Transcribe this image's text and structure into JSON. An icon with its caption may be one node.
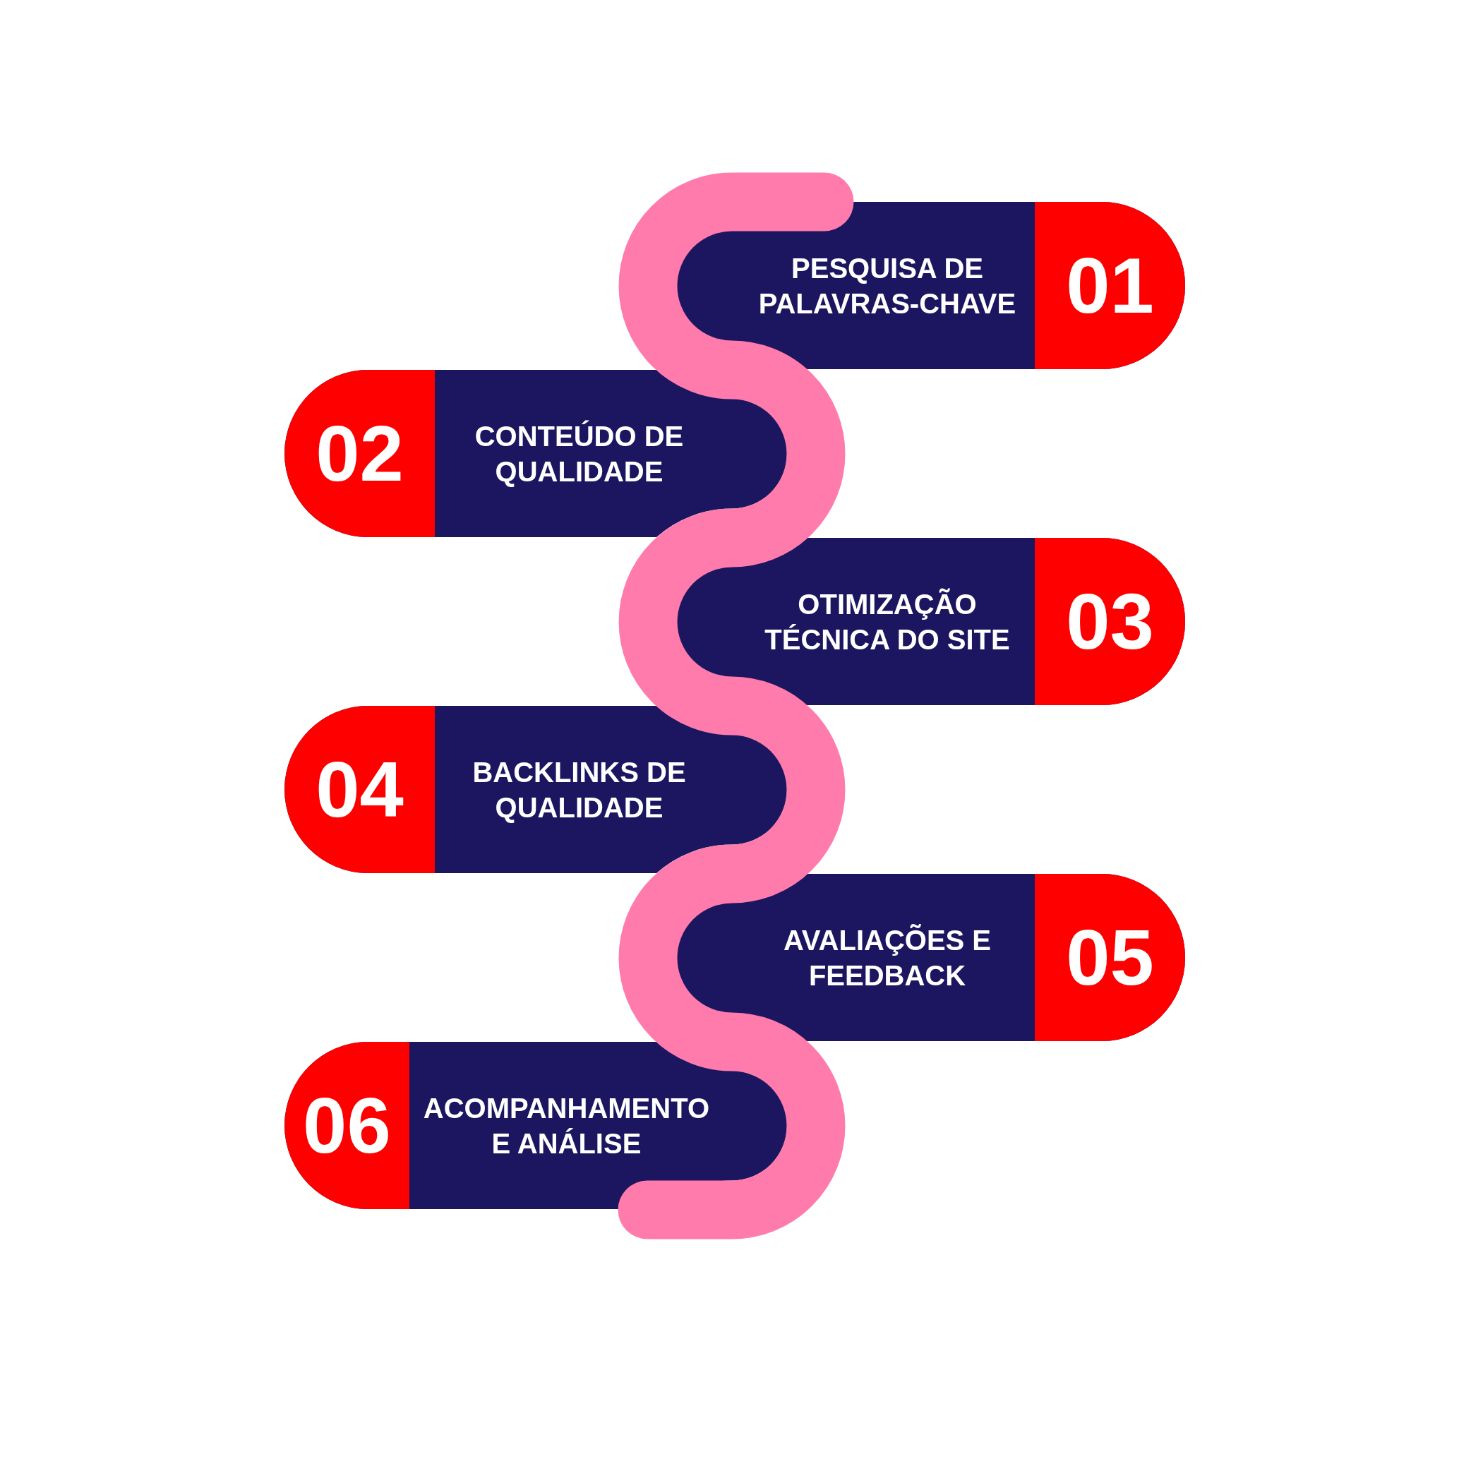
{
  "diagram": {
    "nodes": [
      {
        "text": [
          "PESQUISA DE PALAVRAS-CHAVE",
          "01"
        ]
      },
      {
        "text": [
          "02",
          "CONTEÚDO DE QUALIDADE"
        ]
      },
      {
        "text": [
          "OTIMIZAÇÃO TÉCNICA DO SITE",
          "03"
        ]
      },
      {
        "text": [
          "04",
          "BACKLINKS DE QUALIDADE"
        ]
      },
      {
        "text": [
          "AVALIAÇÕES E FEEDBACK",
          "05"
        ]
      },
      {
        "text": [
          "06",
          "ACOMPANHAMENTO E ANÁLISE"
        ]
      }
    ]
  }
}
